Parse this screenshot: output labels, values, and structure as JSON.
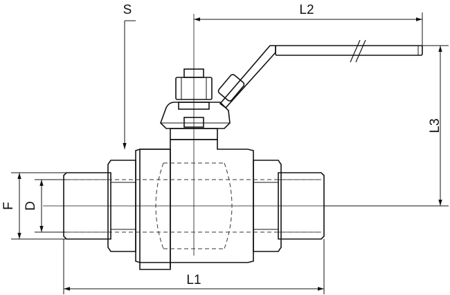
{
  "dimensions": {
    "s": "S",
    "l2": "L2",
    "l3": "L3",
    "l1": "L1",
    "f": "F",
    "d": "D"
  },
  "colors": {
    "line": "#111111",
    "hidden": "#333333",
    "background": "#ffffff"
  }
}
